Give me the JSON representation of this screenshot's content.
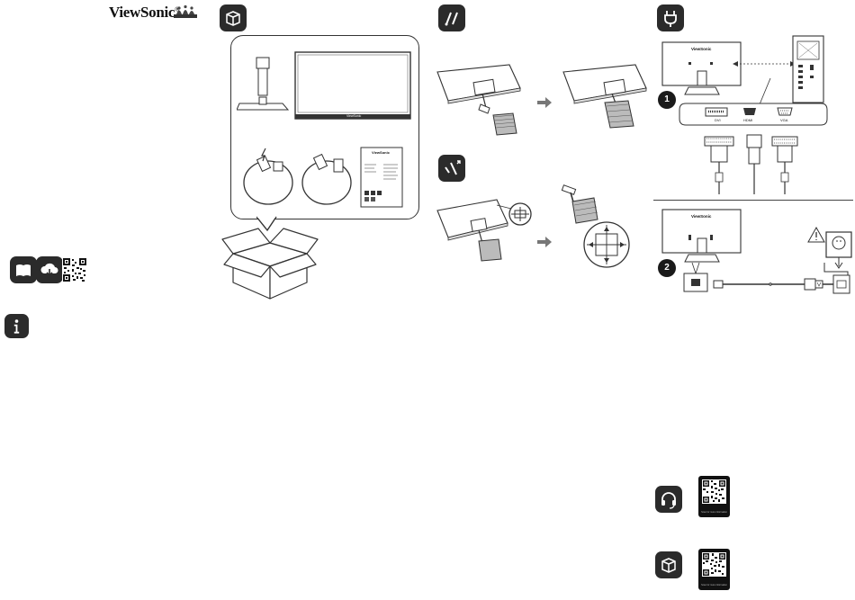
{
  "brand": {
    "name": "ViewSonic",
    "registered": "®"
  },
  "connections": {
    "step1_number": "1",
    "step2_number": "2",
    "ports": [
      "DVI",
      "HDMI",
      "VGA"
    ]
  },
  "qr_captions": {
    "support": "Scan for more information",
    "product": "Scan for more information"
  },
  "manual_doc": {
    "brand": "ViewSonic"
  },
  "monitor_logo": "ViewSonic",
  "icons": [
    "box-icon",
    "screwdriver-icon",
    "screwdriver-release-icon",
    "power-plug-icon",
    "manual-book-icon",
    "cloud-download-icon",
    "info-icon",
    "headset-support-icon",
    "cube-product-icon"
  ],
  "colors": {
    "badge": "#2b2b2b",
    "line": "#333333",
    "arrow": "#777777"
  }
}
